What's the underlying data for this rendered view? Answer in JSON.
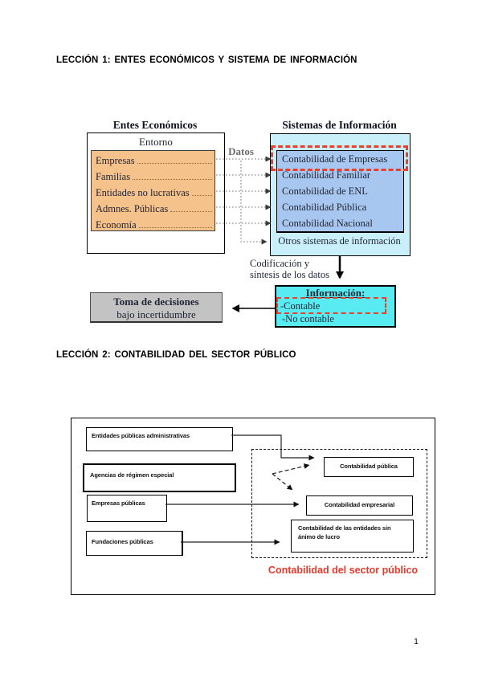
{
  "page": {
    "number": "1"
  },
  "lesson1": {
    "heading": "LECCIÓN 1: ENTES ECONÓMICOS Y SISTEMA DE INFORMACIÓN",
    "diagram": {
      "entes_title": "Entes Económicos",
      "entorno_label": "Entorno",
      "entorno_items": [
        "Empresas",
        "Familias",
        "Entidades no lucrativas",
        "Admnes. Públicas",
        "Economía"
      ],
      "datos_label": "Datos",
      "sistemas_title": "Sistemas de Información",
      "sistemas_items": [
        "Contabilidad de Empresas",
        "Contabilidad Familiar",
        "Contabilidad de ENL",
        "Contabilidad Pública",
        "Contabilidad Nacional"
      ],
      "otros_label": "Otros sistemas de información",
      "proceso_label_line1": "Codificación y",
      "proceso_label_line2": "síntesis de los datos",
      "informacion_title": "Información:",
      "informacion_items": [
        "-Contable",
        "-No contable"
      ],
      "decision_title": "Toma de decisiones",
      "decision_subtitle": "bajo incertidumbre"
    }
  },
  "lesson2": {
    "heading": "LECCIÓN 2: CONTABILIDAD DEL SECTOR PÚBLICO",
    "diagram": {
      "entity_boxes": [
        "Entidades públicas administrativas",
        "Agencias de régimen especial",
        "Empresas públicas",
        "Fundaciones públicas"
      ],
      "accounting_boxes": [
        "Contabilidad pública",
        "Contabilidad empresarial",
        "Contabilidad de las entidades sin ánimo de lucro"
      ],
      "caption": "Contabilidad del sector público"
    }
  },
  "colors": {
    "entorno_fill": "#F5C28C",
    "sistemas_fill": "#C9EFFA",
    "sistemas_inner_fill": "#A8C7F0",
    "informacion_fill": "#58EBF2",
    "decision_fill": "#C3C3C3",
    "highlight_dashed": "#E8402C",
    "caption_red": "#E8392B"
  }
}
